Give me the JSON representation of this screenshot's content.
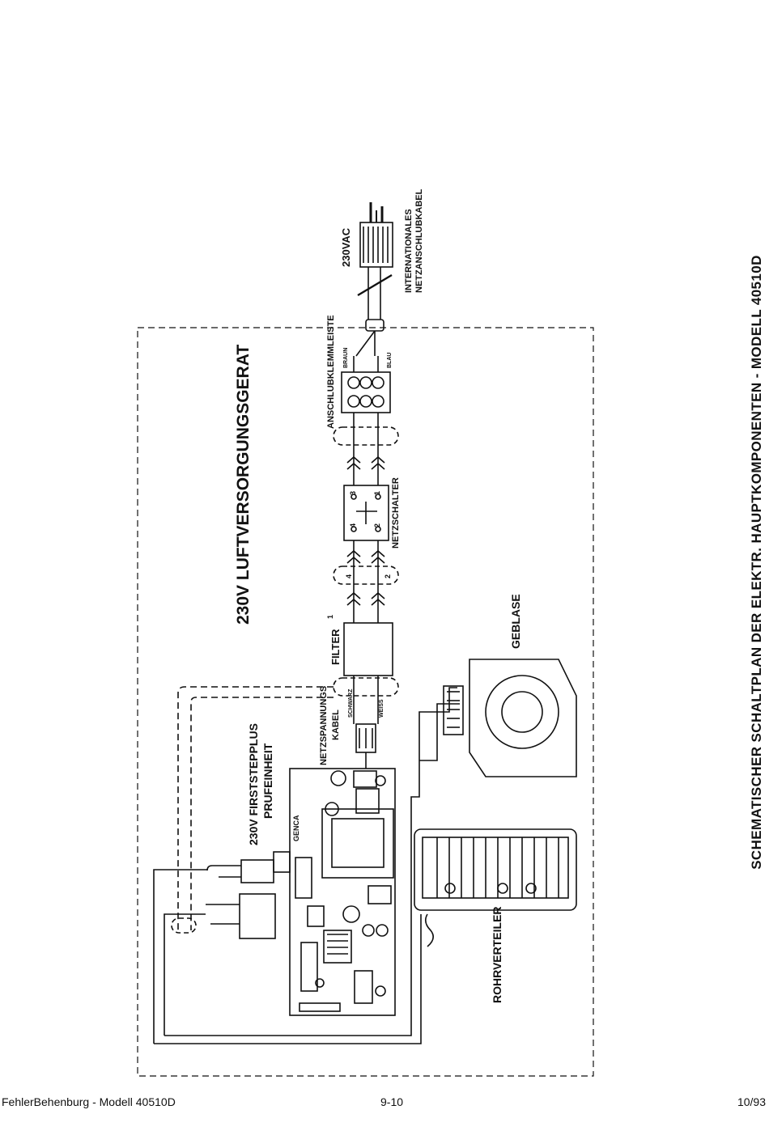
{
  "title": "SCHEMATISCHER SCHALTPLAN DER ELEKTR. HAUPTKOMPONENTEN - MODELL 40510D",
  "labels": {
    "main_unit": "230V LUFTVERSORGUNGSGERAT",
    "voltage": "230VAC",
    "cord_line1": "INTERNATIONALES",
    "cord_line2": "NETZANSCHLUBKABEL",
    "terminal_strip": "ANSCHLUBKLEMMLEISTE",
    "terminal_brown": "BRAUN",
    "terminal_blue": "BLAU",
    "switch": "NETZSCHALTER",
    "filter": "FILTER",
    "power_cable_line1": "NETZSPANNUNGS",
    "power_cable_line2": "KABEL",
    "wire_black": "SCHWARZ",
    "wire_white": "WEISS",
    "blower": "GEBLASE",
    "test_unit_line1": "230V FIRSTSTEPPLUS",
    "test_unit_line2": "PRUFEINHEIT",
    "manifold": "ROHRVERTEILER",
    "pcb_label": "GENCA",
    "switch_pins": [
      "1",
      "2",
      "3",
      "4"
    ],
    "wire_numbers": [
      "4",
      "2"
    ],
    "mark_one": "1"
  },
  "footer": {
    "left": "FehlerBehenburg - Modell 40510D",
    "center": "9-10",
    "right": "10/93"
  }
}
